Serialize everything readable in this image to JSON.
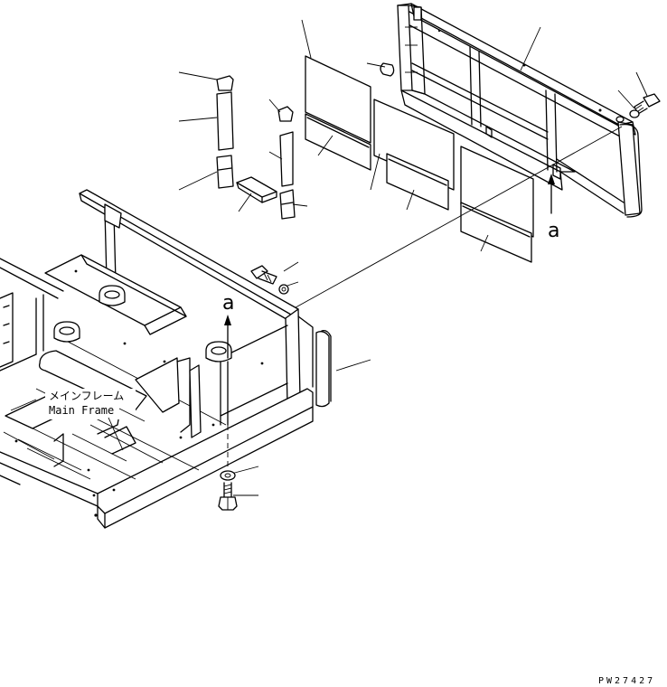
{
  "diagram": {
    "labels": {
      "main_frame_jp": "メインフレーム",
      "main_frame_en": "Main Frame",
      "view_marker_top": "a",
      "view_marker_bottom": "a",
      "drawing_code": "PW27427"
    }
  }
}
